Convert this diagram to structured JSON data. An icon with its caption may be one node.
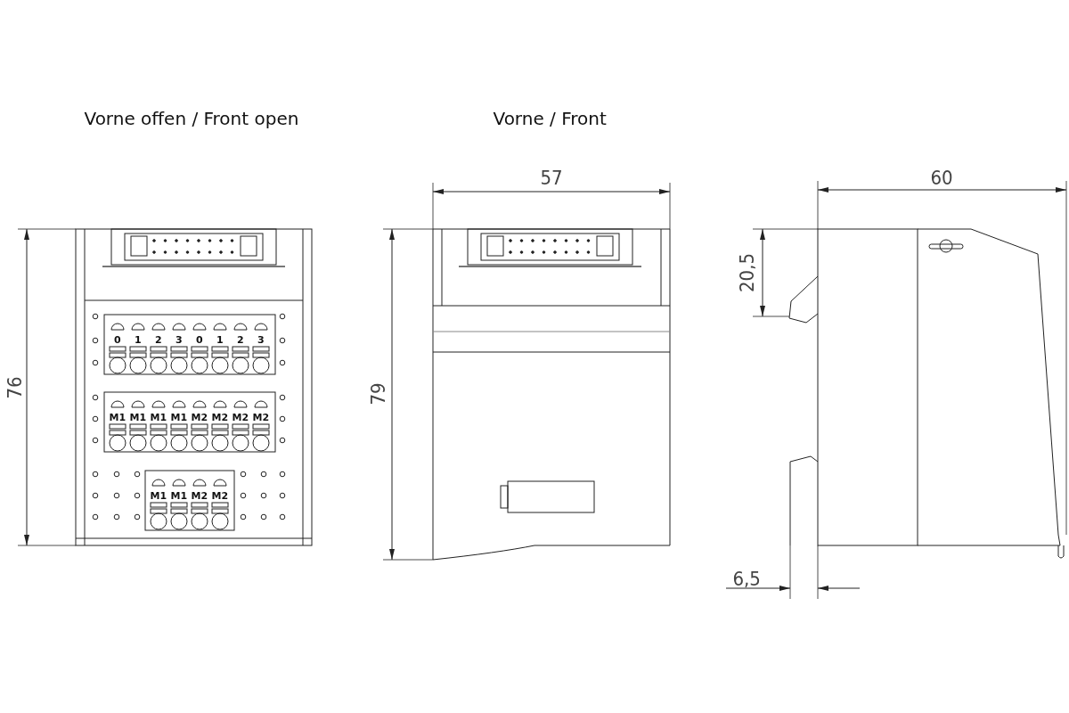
{
  "diagram": {
    "labels": [
      "Vorne offen / Front open",
      "Vorne / Front",
      "57",
      "60",
      "20,5",
      "0",
      "1",
      "2",
      "3",
      "0",
      "1",
      "2",
      "3",
      "76",
      "79",
      "M1",
      "M1",
      "M1",
      "M1",
      "M2",
      "M2",
      "M2",
      "M2",
      "M1",
      "M1",
      "M2",
      "M2",
      "6,5"
    ]
  }
}
